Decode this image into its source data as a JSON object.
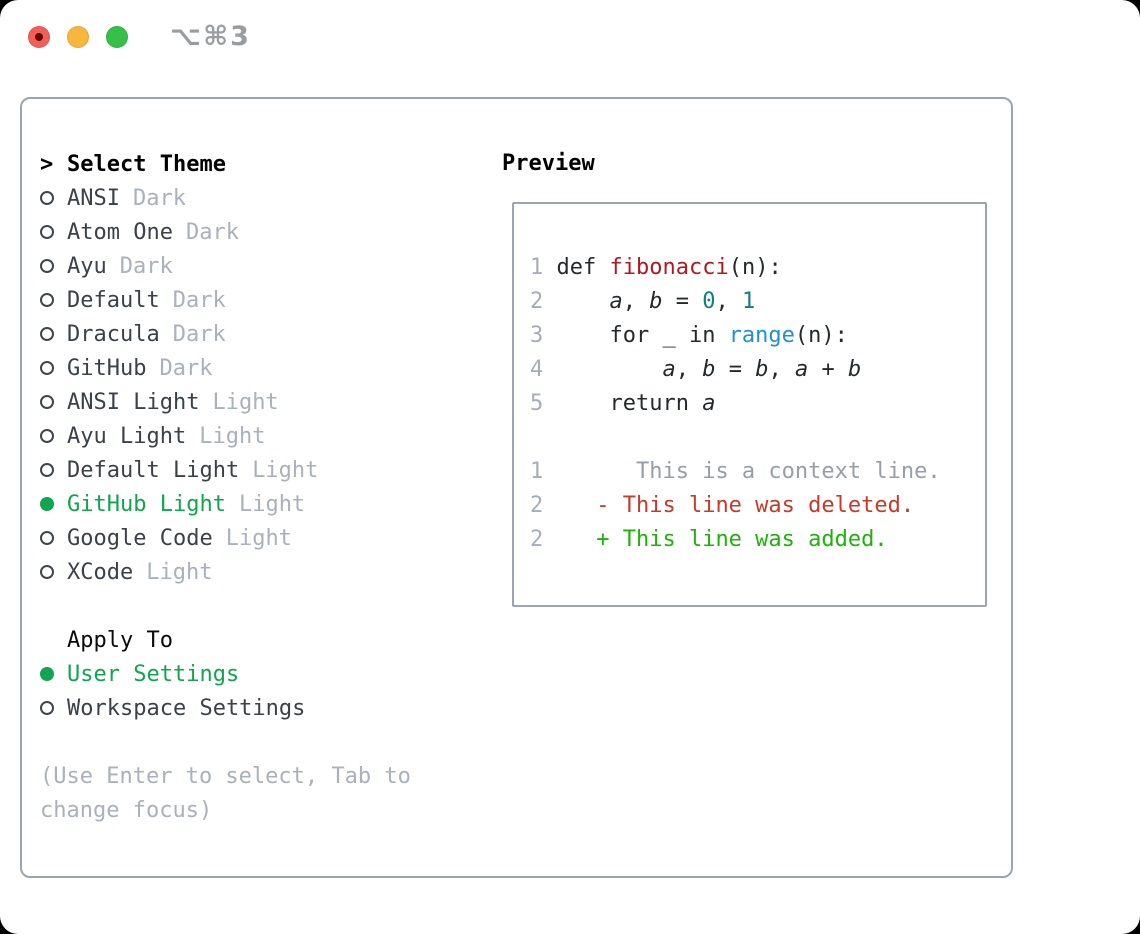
{
  "window": {
    "title": "⌥⌘3",
    "traffic_lights": [
      {
        "name": "close-button",
        "color": "#f25f58",
        "has_dot": true
      },
      {
        "name": "minimize-button",
        "color": "#f6b73c",
        "has_dot": false
      },
      {
        "name": "zoom-button",
        "color": "#35c149",
        "has_dot": false
      }
    ]
  },
  "theme_panel": {
    "cursor": ">",
    "header": "Select Theme",
    "themes": [
      {
        "name": "ANSI",
        "variant": "Dark",
        "selected": false
      },
      {
        "name": "Atom One",
        "variant": "Dark",
        "selected": false
      },
      {
        "name": "Ayu",
        "variant": "Dark",
        "selected": false
      },
      {
        "name": "Default",
        "variant": "Dark",
        "selected": false
      },
      {
        "name": "Dracula",
        "variant": "Dark",
        "selected": false
      },
      {
        "name": "GitHub",
        "variant": "Dark",
        "selected": false
      },
      {
        "name": "ANSI Light",
        "variant": "Light",
        "selected": false
      },
      {
        "name": "Ayu Light",
        "variant": "Light",
        "selected": false
      },
      {
        "name": "Default Light",
        "variant": "Light",
        "selected": false
      },
      {
        "name": "GitHub Light",
        "variant": "Light",
        "selected": true
      },
      {
        "name": "Google Code",
        "variant": "Light",
        "selected": false
      },
      {
        "name": "XCode",
        "variant": "Light",
        "selected": false
      }
    ],
    "apply_to": {
      "header": "Apply To",
      "options": [
        {
          "label": "User Settings",
          "selected": true
        },
        {
          "label": "Workspace Settings",
          "selected": false
        }
      ]
    },
    "help_lines": [
      "(Use Enter to select, Tab to",
      "change focus)"
    ]
  },
  "preview": {
    "header": "Preview",
    "code_lines": [
      {
        "num": "1",
        "segments": [
          {
            "text": " def ",
            "style": "plain"
          },
          {
            "text": "fibonacci",
            "style": "function"
          },
          {
            "text": "(n):",
            "style": "plain"
          }
        ]
      },
      {
        "num": "2",
        "segments": [
          {
            "text": "     ",
            "style": "plain"
          },
          {
            "text": "a",
            "style": "variable"
          },
          {
            "text": ", ",
            "style": "plain"
          },
          {
            "text": "b",
            "style": "variable"
          },
          {
            "text": " = ",
            "style": "plain"
          },
          {
            "text": "0",
            "style": "number"
          },
          {
            "text": ", ",
            "style": "plain"
          },
          {
            "text": "1",
            "style": "number"
          }
        ]
      },
      {
        "num": "3",
        "segments": [
          {
            "text": "     for _ in ",
            "style": "plain"
          },
          {
            "text": "range",
            "style": "builtin"
          },
          {
            "text": "(n):",
            "style": "plain"
          }
        ]
      },
      {
        "num": "4",
        "segments": [
          {
            "text": "         ",
            "style": "plain"
          },
          {
            "text": "a",
            "style": "variable"
          },
          {
            "text": ", ",
            "style": "plain"
          },
          {
            "text": "b",
            "style": "variable"
          },
          {
            "text": " = ",
            "style": "plain"
          },
          {
            "text": "b",
            "style": "variable"
          },
          {
            "text": ", ",
            "style": "plain"
          },
          {
            "text": "a",
            "style": "variable"
          },
          {
            "text": " + ",
            "style": "plain"
          },
          {
            "text": "b",
            "style": "variable"
          }
        ]
      },
      {
        "num": "5",
        "segments": [
          {
            "text": "     return ",
            "style": "plain"
          },
          {
            "text": "a",
            "style": "variable"
          }
        ]
      },
      {
        "num": "",
        "segments": []
      },
      {
        "num": "1",
        "segments": [
          {
            "text": "       ",
            "style": "plain"
          },
          {
            "text": "This is a context line.",
            "style": "context"
          }
        ]
      },
      {
        "num": "2",
        "segments": [
          {
            "text": "    ",
            "style": "plain"
          },
          {
            "text": "- This line was deleted.",
            "style": "deleted"
          }
        ]
      },
      {
        "num": "2",
        "segments": [
          {
            "text": "    ",
            "style": "plain"
          },
          {
            "text": "+ This line was added.",
            "style": "added"
          }
        ]
      }
    ]
  },
  "colors": {
    "panel_border": "#9aa5b1",
    "accent_green": "#10a54f",
    "diff_added": "#1eb308",
    "diff_deleted": "#c73a28",
    "syntax_function": "#b0191f",
    "syntax_number": "#0d7e85",
    "syntax_builtin": "#2090d3",
    "muted_gray": "#a8b1bc"
  }
}
